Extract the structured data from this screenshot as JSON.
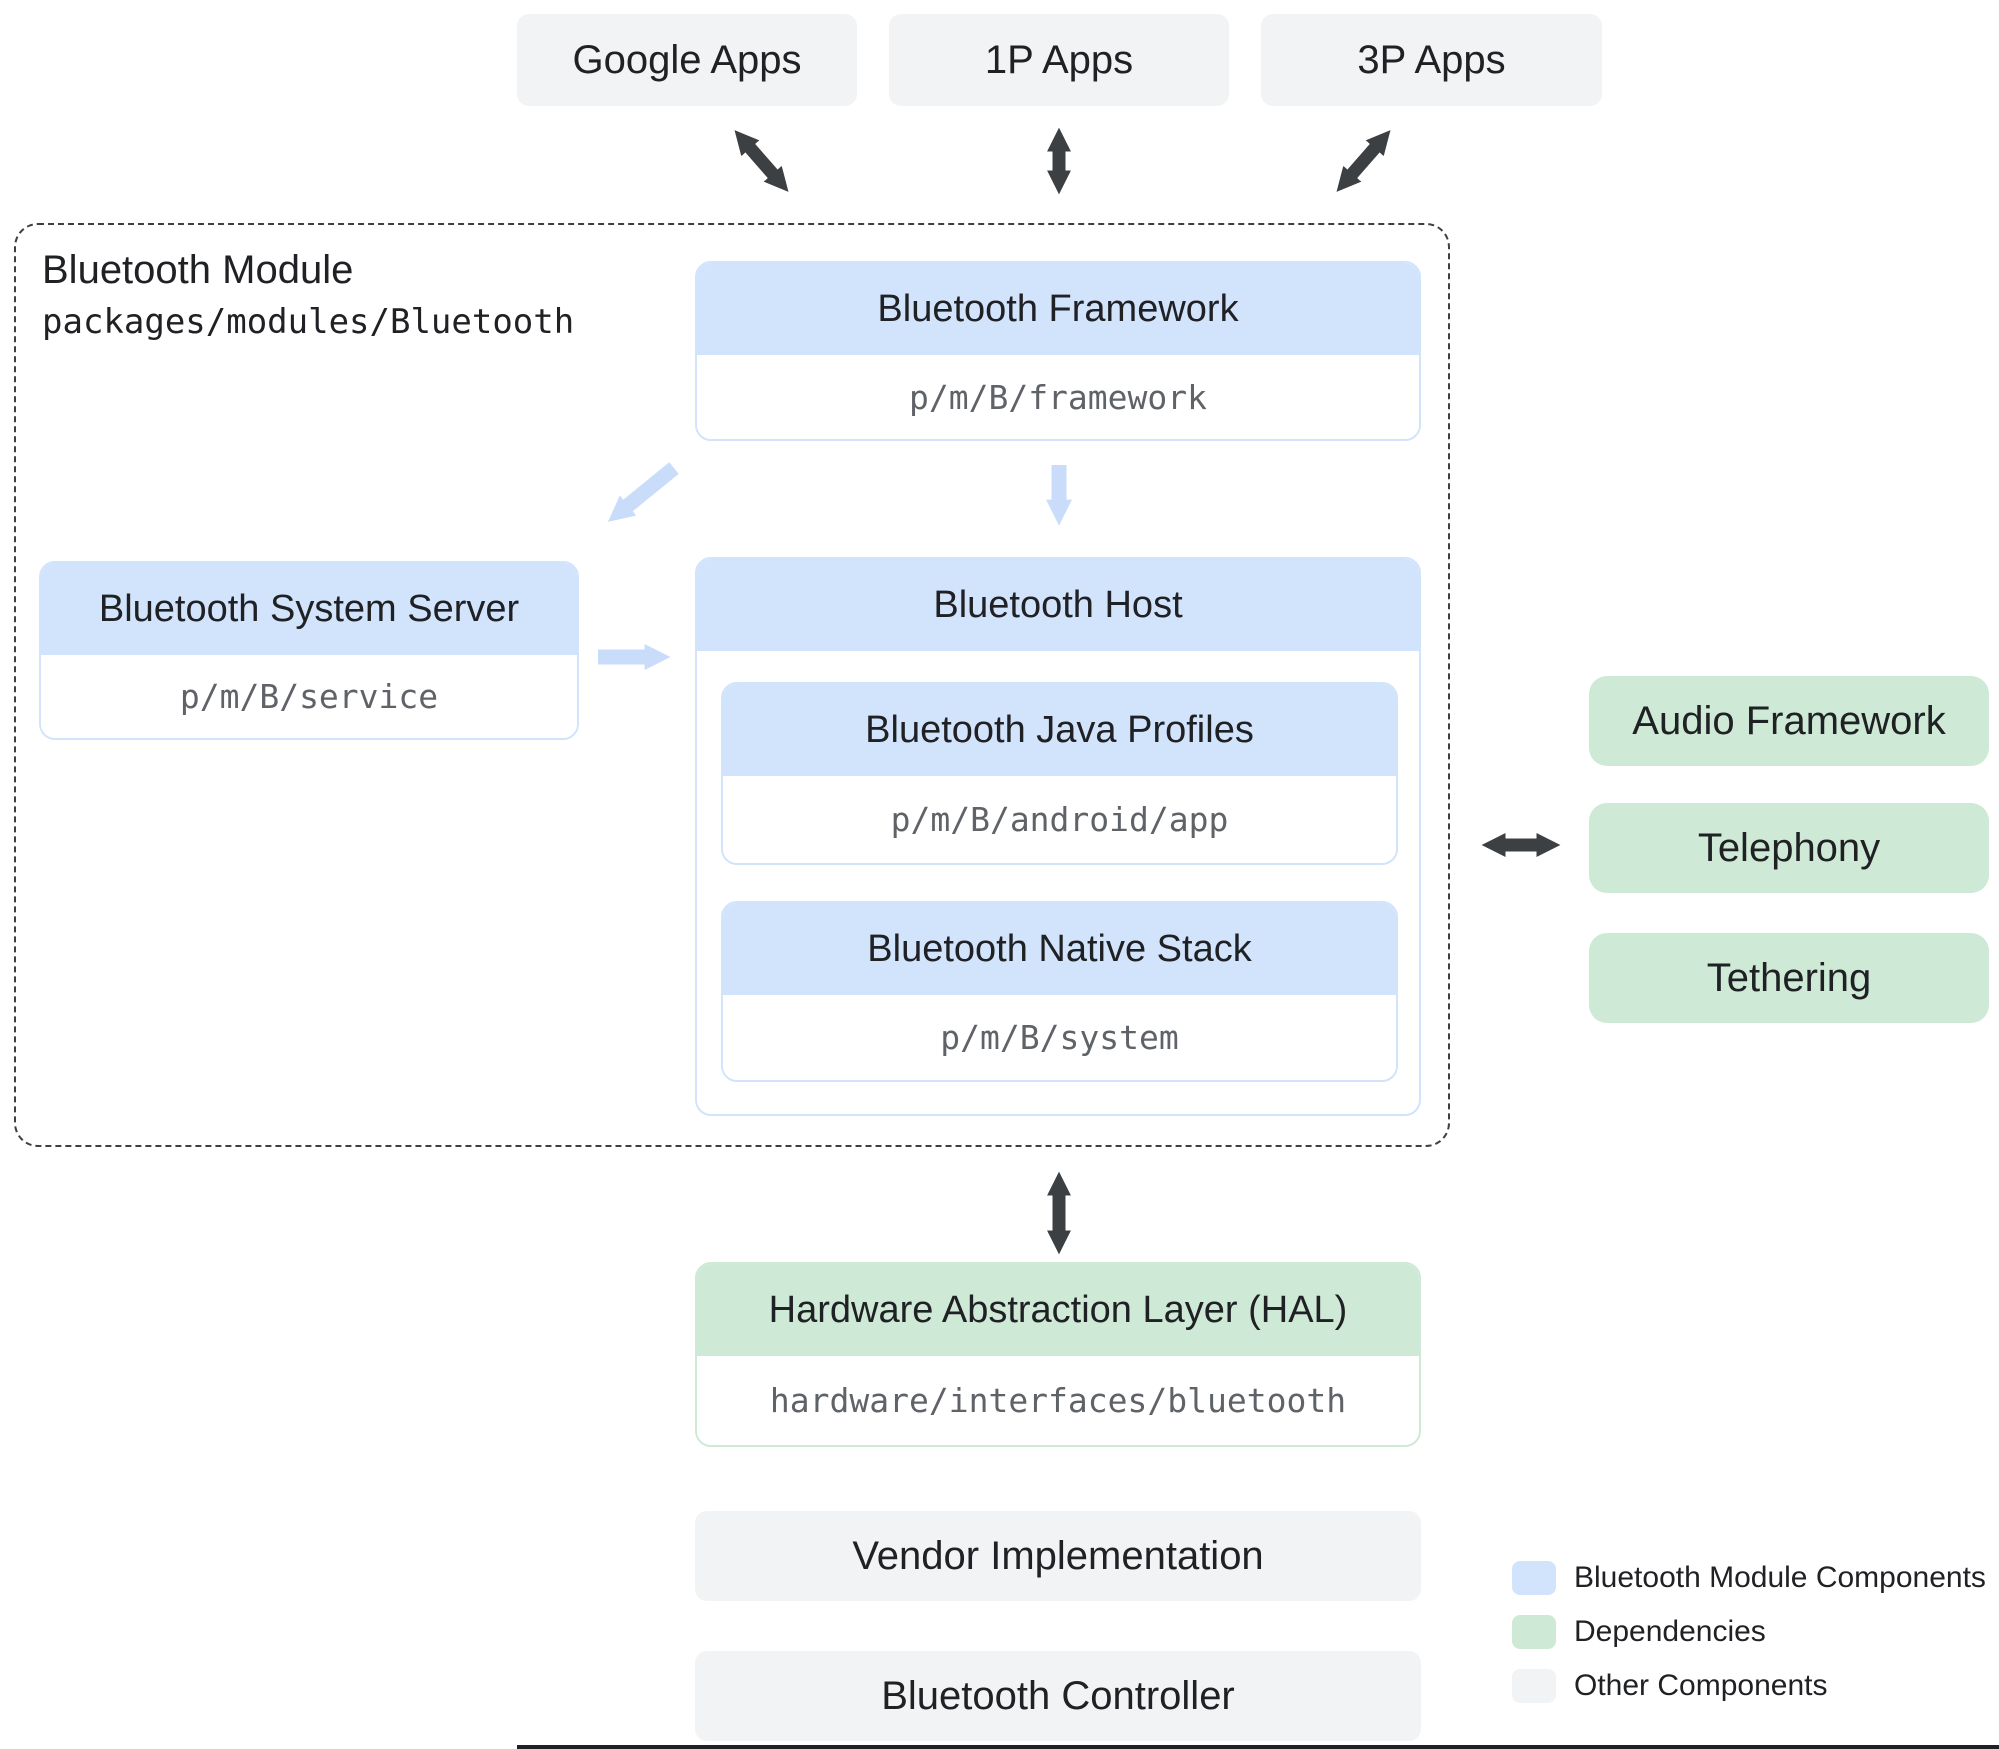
{
  "top_apps": [
    {
      "label": "Google Apps"
    },
    {
      "label": "1P Apps"
    },
    {
      "label": "3P Apps"
    }
  ],
  "module": {
    "title": "Bluetooth Module",
    "path": "packages/modules/Bluetooth",
    "framework": {
      "title": "Bluetooth Framework",
      "path": "p/m/B/framework"
    },
    "system_server": {
      "title": "Bluetooth System Server",
      "path": "p/m/B/service"
    },
    "host": {
      "title": "Bluetooth Host",
      "java_profiles": {
        "title": "Bluetooth Java Profiles",
        "path": "p/m/B/android/app"
      },
      "native_stack": {
        "title": "Bluetooth Native Stack",
        "path": "p/m/B/system"
      }
    }
  },
  "dependencies": [
    {
      "label": "Audio Framework"
    },
    {
      "label": "Telephony"
    },
    {
      "label": "Tethering"
    }
  ],
  "hal": {
    "title": "Hardware Abstraction Layer (HAL)",
    "path": "hardware/interfaces/bluetooth"
  },
  "other_components": [
    {
      "label": "Vendor Implementation"
    },
    {
      "label": "Bluetooth Controller"
    }
  ],
  "legend": [
    {
      "label": "Bluetooth Module Components",
      "color": "#d2e3fc"
    },
    {
      "label": "Dependencies",
      "color": "#ceead6"
    },
    {
      "label": "Other Components",
      "color": "#f1f3f4"
    }
  ],
  "colors": {
    "module_component": "#d2e3fc",
    "dependency": "#ceead6",
    "other_component": "#f1f3f4",
    "dark_arrow": "#3c4043",
    "light_arrow": "#c9ddfb"
  }
}
